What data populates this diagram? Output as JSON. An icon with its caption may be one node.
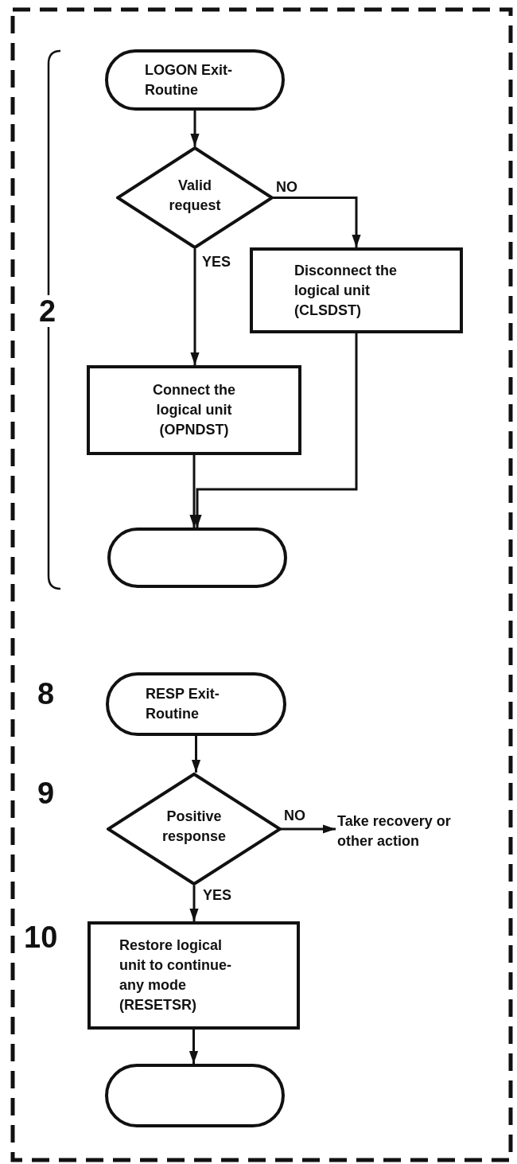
{
  "diagram": {
    "nodes": [
      {
        "text": [
          "LOGON Exit-Routine"
        ]
      },
      {
        "text": [
          "Valid request"
        ]
      },
      {
        "text": [
          "Disconnect the logical unit (CLSDST)"
        ]
      },
      {
        "text": [
          "Connect the logical unit (OPNDST)"
        ]
      },
      {
        "text": [],
        "shape": "oval"
      },
      {
        "text": [
          "RESP Exit-Routine"
        ]
      },
      {
        "text": [
          "Positive response"
        ]
      },
      {
        "text": [
          "Take recovery or other action"
        ]
      },
      {
        "text": [
          "Restore logical unit to continue-any mode (RESETSR)"
        ]
      },
      {
        "text": [],
        "shape": "oval"
      }
    ],
    "edges": [
      {
        "from": 0,
        "to": 1,
        "arrow": "to"
      },
      {
        "from": 1,
        "to": 2,
        "arrow": "to",
        "label": "NO"
      },
      {
        "from": 1,
        "to": 3,
        "arrow": "to",
        "label": "YES"
      },
      {
        "from": 3,
        "to": 4,
        "arrow": "to"
      },
      {
        "from": 2,
        "to": 4,
        "arrow": "to"
      },
      {
        "from": 5,
        "to": 6,
        "arrow": "to"
      },
      {
        "from": 6,
        "to": 7,
        "arrow": "to",
        "label": "NO"
      },
      {
        "from": 6,
        "to": 8,
        "arrow": "to",
        "label": "YES"
      },
      {
        "from": 8,
        "to": 9,
        "arrow": "to"
      }
    ],
    "labels": [
      "2",
      "8",
      "9",
      "10"
    ]
  }
}
